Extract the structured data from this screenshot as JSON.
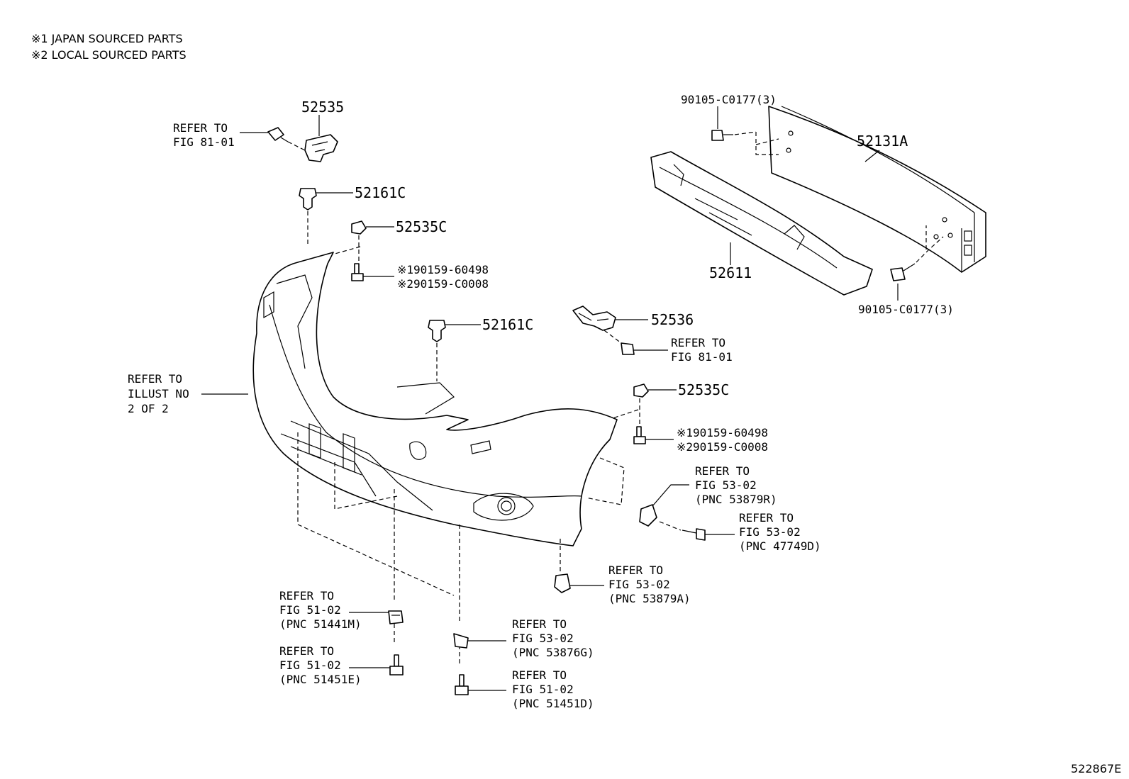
{
  "legend": {
    "note1": "※1 JAPAN SOURCED PARTS",
    "note2": "※2 LOCAL SOURCED PARTS"
  },
  "labels": {
    "p52535": "52535",
    "p52161c_a": "52161C",
    "p52535c_a": "52535C",
    "p90159_a1": "※190159-60498",
    "p90159_a2": "※290159-C0008",
    "p52161c_b": "52161C",
    "p52536": "52536",
    "p52535c_b": "52535C",
    "p90159_b1": "※190159-60498",
    "p90159_b2": "※290159-C0008",
    "p90105_top": "90105-C0177(3)",
    "p52131a": "52131A",
    "p52611": "52611",
    "p90105_bot": "90105-C0177(3)",
    "diagram_id": "522867E"
  },
  "refs": {
    "fig81_left": [
      "REFER TO",
      "FIG 81-01"
    ],
    "fig81_mid": [
      "REFER TO",
      "FIG 81-01"
    ],
    "illust": [
      "REFER TO",
      "ILLUST NO",
      "2 OF 2"
    ],
    "pnc53879r": [
      "REFER TO",
      "FIG 53-02",
      "(PNC 53879R)"
    ],
    "pnc47749d": [
      "REFER TO",
      "FIG 53-02",
      "(PNC 47749D)"
    ],
    "pnc53879a": [
      "REFER TO",
      "FIG 53-02",
      "(PNC 53879A)"
    ],
    "pnc51441m": [
      "REFER TO",
      "FIG 51-02",
      "(PNC 51441M)"
    ],
    "pnc51451e": [
      "REFER TO",
      "FIG 51-02",
      "(PNC 51451E)"
    ],
    "pnc53876g": [
      "REFER TO",
      "FIG 53-02",
      "(PNC 53876G)"
    ],
    "pnc51451d": [
      "REFER TO",
      "FIG 51-02",
      "(PNC 51451D)"
    ]
  }
}
